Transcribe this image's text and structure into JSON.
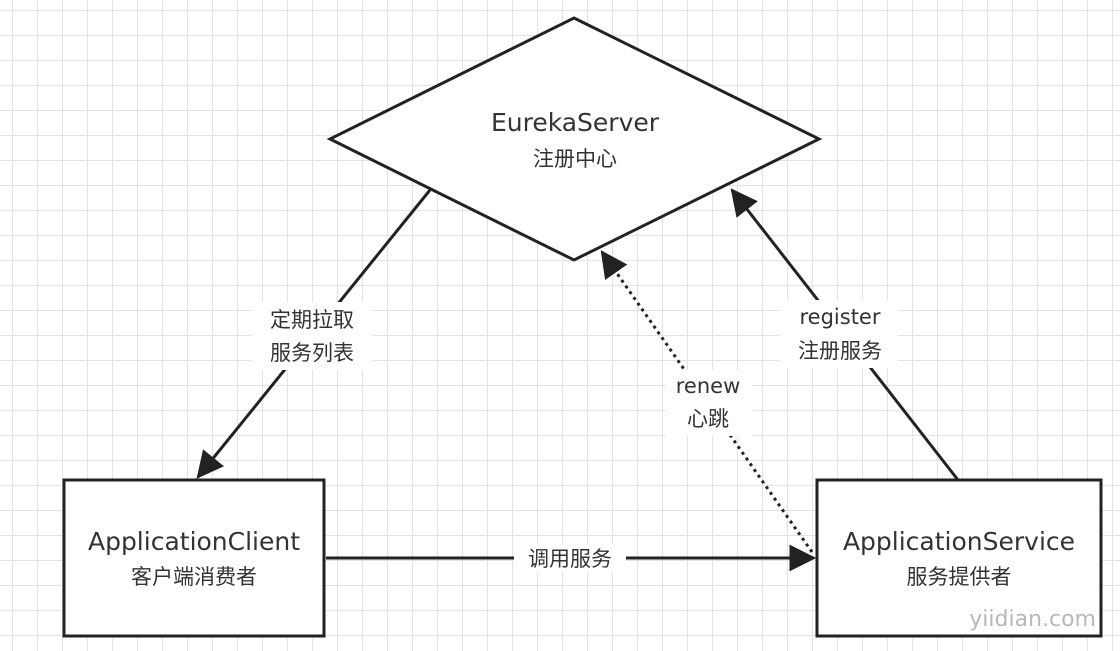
{
  "nodes": {
    "eureka_server": {
      "title": "EurekaServer",
      "subtitle": "注册中心"
    },
    "application_client": {
      "title": "ApplicationClient",
      "subtitle": "客户端消费者"
    },
    "application_service": {
      "title": "ApplicationService",
      "subtitle": "服务提供者"
    }
  },
  "edges": {
    "fetch": {
      "line1": "定期拉取",
      "line2": "服务列表"
    },
    "register": {
      "line1": "register",
      "line2": "注册服务"
    },
    "renew": {
      "line1": "renew",
      "line2": "心跳"
    },
    "invoke": {
      "label": "调用服务"
    }
  },
  "watermark": "yiidian.com",
  "colors": {
    "stroke": "#222222",
    "grid": "#e3e3e3",
    "text": "#333333"
  }
}
